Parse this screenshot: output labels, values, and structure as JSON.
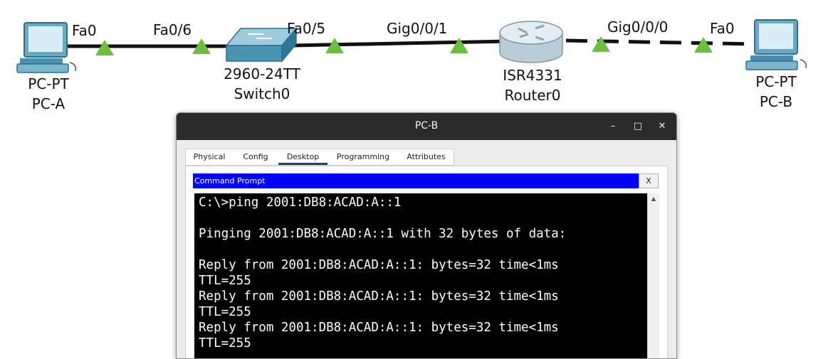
{
  "topology": {
    "ports": {
      "pca_fa0": "Fa0",
      "sw_fa06": "Fa0/6",
      "sw_fa05": "Fa0/5",
      "r_gig001": "Gig0/0/1",
      "r_gig000": "Gig0/0/0",
      "pcb_fa0": "Fa0"
    },
    "devices": {
      "pca": {
        "model": "PC-PT",
        "name": "PC-A"
      },
      "switch": {
        "model": "2960-24TT",
        "name": "Switch0"
      },
      "router": {
        "model": "ISR4331",
        "name": "Router0"
      },
      "pcb": {
        "model": "PC-PT",
        "name": "PC-B"
      }
    },
    "colors": {
      "link": "#111111",
      "port_up": "#6abf3c",
      "device_blue": "#3f8fb0"
    }
  },
  "window": {
    "title": "PC-B",
    "minimize": "–",
    "maximize": "□",
    "close": "✕",
    "tabs": [
      "Physical",
      "Config",
      "Desktop",
      "Programming",
      "Attributes"
    ],
    "active_tab": "Desktop"
  },
  "command_prompt": {
    "title": "Command Prompt",
    "close_label": "X",
    "lines": [
      "C:\\>ping 2001:DB8:ACAD:A::1",
      "",
      "Pinging 2001:DB8:ACAD:A::1 with 32 bytes of data:",
      "",
      "Reply from 2001:DB8:ACAD:A::1: bytes=32 time<1ms",
      "TTL=255",
      "Reply from 2001:DB8:ACAD:A::1: bytes=32 time<1ms",
      "TTL=255",
      "Reply from 2001:DB8:ACAD:A::1: bytes=32 time<1ms",
      "TTL=255"
    ],
    "scroll_up": "▲"
  }
}
